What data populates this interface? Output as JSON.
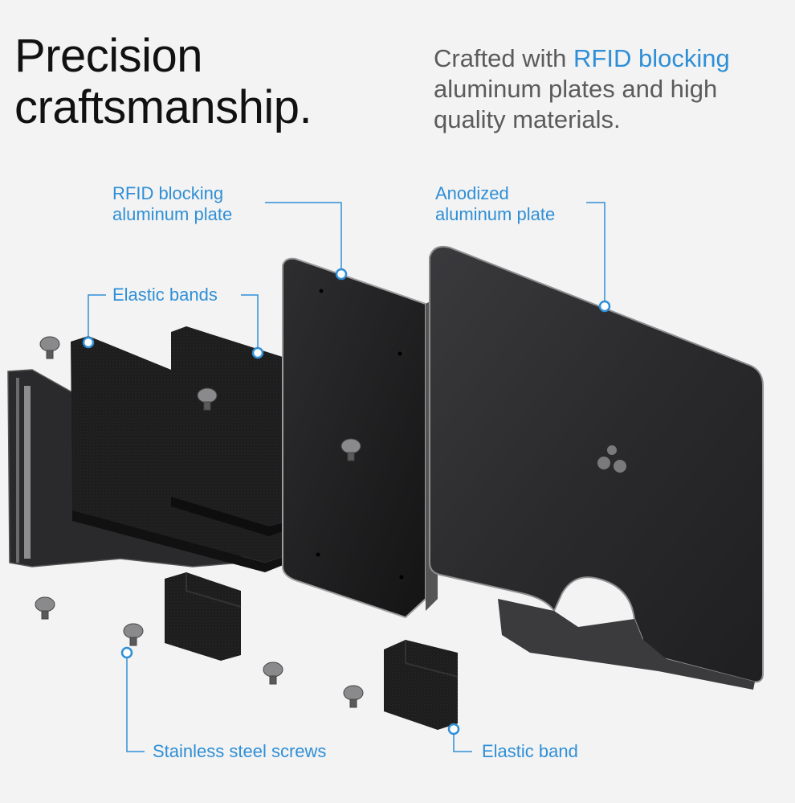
{
  "headline": {
    "line1": "Precision",
    "line2": "craftsmanship."
  },
  "subheadline": {
    "prefix": "Crafted with",
    "highlight": "RFID blocking",
    "rest": "aluminum plates and high quality materials."
  },
  "callouts": {
    "rfid_plate": {
      "line1": "RFID blocking",
      "line2": "aluminum plate"
    },
    "anodized_plate": {
      "line1": "Anodized",
      "line2": "aluminum plate"
    },
    "elastic_bands": "Elastic bands",
    "screws": "Stainless steel screws",
    "elastic_band": "Elastic band"
  },
  "colors": {
    "background": "#f3f3f3",
    "accent": "#2f8fd6",
    "plate": "#2b2b2d",
    "fabric": "#1c1c1c",
    "text_dark": "#111111",
    "text_gray": "#5b5b5b"
  }
}
